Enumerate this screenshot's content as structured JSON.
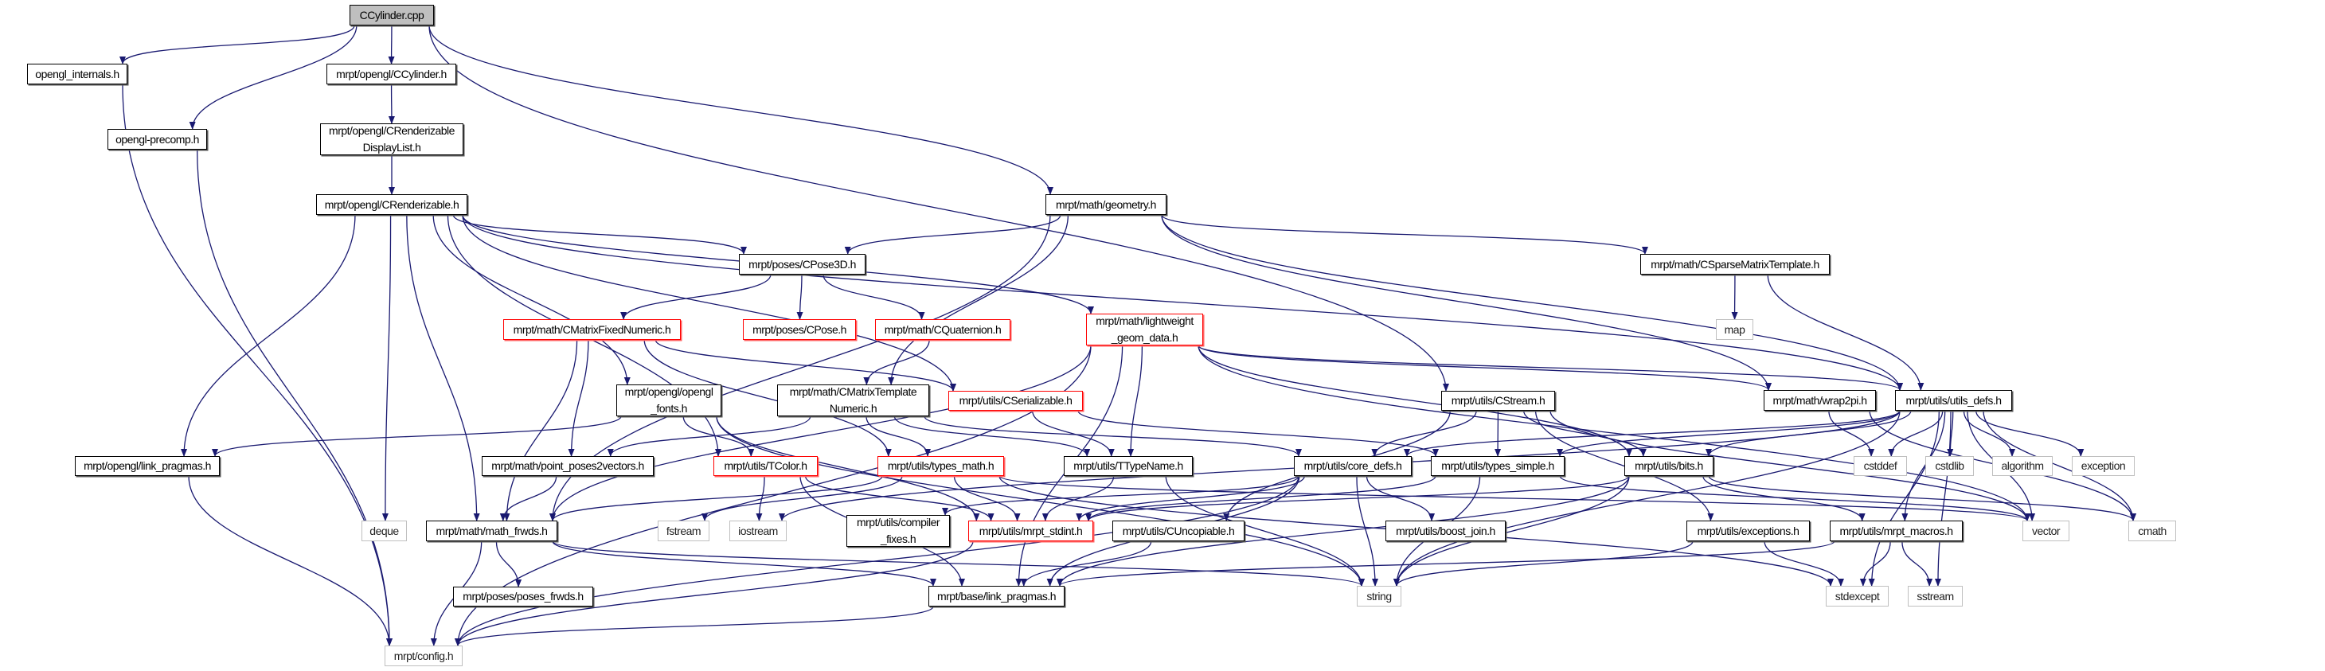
{
  "title": "CCylinder.cpp",
  "colors": {
    "edge": "#191970",
    "documented_border": "#000000",
    "incomplete_border": "#ff0000",
    "system_border": "#bfbfbf",
    "root_fill": "#bfbfbf"
  },
  "nodes": [
    {
      "id": "cpp",
      "label": "CCylinder.cpp",
      "kind": "root"
    },
    {
      "id": "internals",
      "label": "opengl_internals.h",
      "kind": "doc"
    },
    {
      "id": "cyl_h",
      "label": "mrpt/opengl/CCylinder.h",
      "kind": "doc"
    },
    {
      "id": "precomp",
      "label": "opengl-precomp.h",
      "kind": "doc"
    },
    {
      "id": "displist",
      "label": "mrpt/opengl/CRenderizable\nDisplayList.h",
      "kind": "doc"
    },
    {
      "id": "rend",
      "label": "mrpt/opengl/CRenderizable.h",
      "kind": "doc"
    },
    {
      "id": "geometry",
      "label": "mrpt/math/geometry.h",
      "kind": "doc"
    },
    {
      "id": "cpose3d",
      "label": "mrpt/poses/CPose3D.h",
      "kind": "doc"
    },
    {
      "id": "csparse",
      "label": "mrpt/math/CSparseMatrixTemplate.h",
      "kind": "doc"
    },
    {
      "id": "map",
      "label": "map",
      "kind": "sys"
    },
    {
      "id": "cmfixed",
      "label": "mrpt/math/CMatrixFixedNumeric.h",
      "kind": "red"
    },
    {
      "id": "cpose",
      "label": "mrpt/poses/CPose.h",
      "kind": "red"
    },
    {
      "id": "cquat",
      "label": "mrpt/math/CQuaternion.h",
      "kind": "red"
    },
    {
      "id": "lwgeom",
      "label": "mrpt/math/lightweight\n_geom_data.h",
      "kind": "red"
    },
    {
      "id": "fonts",
      "label": "mrpt/opengl/opengl\n_fonts.h",
      "kind": "doc"
    },
    {
      "id": "cserial",
      "label": "mrpt/utils/CSerializable.h",
      "kind": "red"
    },
    {
      "id": "cmtn",
      "label": "mrpt/math/CMatrixTemplate\nNumeric.h",
      "kind": "doc"
    },
    {
      "id": "cstream",
      "label": "mrpt/utils/CStream.h",
      "kind": "doc"
    },
    {
      "id": "wrap2pi",
      "label": "mrpt/math/wrap2pi.h",
      "kind": "doc"
    },
    {
      "id": "utilsdefs",
      "label": "mrpt/utils/utils_defs.h",
      "kind": "doc"
    },
    {
      "id": "gllink",
      "label": "mrpt/opengl/link_pragmas.h",
      "kind": "doc"
    },
    {
      "id": "pp2v",
      "label": "mrpt/math/point_poses2vectors.h",
      "kind": "doc"
    },
    {
      "id": "tcolor",
      "label": "mrpt/utils/TColor.h",
      "kind": "red"
    },
    {
      "id": "typesmath",
      "label": "mrpt/utils/types_math.h",
      "kind": "red"
    },
    {
      "id": "ttypename",
      "label": "mrpt/utils/TTypeName.h",
      "kind": "doc"
    },
    {
      "id": "coredefs",
      "label": "mrpt/utils/core_defs.h",
      "kind": "doc"
    },
    {
      "id": "typessimple",
      "label": "mrpt/utils/types_simple.h",
      "kind": "doc"
    },
    {
      "id": "bits",
      "label": "mrpt/utils/bits.h",
      "kind": "doc"
    },
    {
      "id": "cstddef",
      "label": "cstddef",
      "kind": "sys"
    },
    {
      "id": "cstdlib",
      "label": "cstdlib",
      "kind": "sys"
    },
    {
      "id": "algorithm",
      "label": "algorithm",
      "kind": "sys"
    },
    {
      "id": "exception",
      "label": "exception",
      "kind": "sys"
    },
    {
      "id": "deque",
      "label": "deque",
      "kind": "sys"
    },
    {
      "id": "mathfrwds",
      "label": "mrpt/math/math_frwds.h",
      "kind": "doc"
    },
    {
      "id": "fstream",
      "label": "fstream",
      "kind": "sys"
    },
    {
      "id": "iostream",
      "label": "iostream",
      "kind": "sys"
    },
    {
      "id": "compfixes",
      "label": "mrpt/utils/compiler\n_fixes.h",
      "kind": "doc"
    },
    {
      "id": "stdint",
      "label": "mrpt/utils/mrpt_stdint.h",
      "kind": "red"
    },
    {
      "id": "cuncop",
      "label": "mrpt/utils/CUncopiable.h",
      "kind": "doc"
    },
    {
      "id": "boostjoin",
      "label": "mrpt/utils/boost_join.h",
      "kind": "doc"
    },
    {
      "id": "exceptions",
      "label": "mrpt/utils/exceptions.h",
      "kind": "doc"
    },
    {
      "id": "macros",
      "label": "mrpt/utils/mrpt_macros.h",
      "kind": "doc"
    },
    {
      "id": "vector",
      "label": "vector",
      "kind": "sys"
    },
    {
      "id": "cmath",
      "label": "cmath",
      "kind": "sys"
    },
    {
      "id": "posesfrwds",
      "label": "mrpt/poses/poses_frwds.h",
      "kind": "doc"
    },
    {
      "id": "baselink",
      "label": "mrpt/base/link_pragmas.h",
      "kind": "doc"
    },
    {
      "id": "string",
      "label": "string",
      "kind": "sys"
    },
    {
      "id": "stdexcept",
      "label": "stdexcept",
      "kind": "sys"
    },
    {
      "id": "sstream",
      "label": "sstream",
      "kind": "sys"
    },
    {
      "id": "config",
      "label": "mrpt/config.h",
      "kind": "sys"
    }
  ],
  "edges": [
    [
      "cpp",
      "internals"
    ],
    [
      "cpp",
      "precomp"
    ],
    [
      "cpp",
      "cyl_h"
    ],
    [
      "cpp",
      "geometry"
    ],
    [
      "cpp",
      "cstream"
    ],
    [
      "internals",
      "config"
    ],
    [
      "precomp",
      "config"
    ],
    [
      "cyl_h",
      "displist"
    ],
    [
      "displist",
      "rend"
    ],
    [
      "rend",
      "cpose3d"
    ],
    [
      "rend",
      "lwgeom"
    ],
    [
      "rend",
      "cserial"
    ],
    [
      "rend",
      "fonts"
    ],
    [
      "rend",
      "tcolor"
    ],
    [
      "rend",
      "gllink"
    ],
    [
      "rend",
      "deque"
    ],
    [
      "rend",
      "mathfrwds"
    ],
    [
      "rend",
      "utilsdefs"
    ],
    [
      "geometry",
      "cpose3d"
    ],
    [
      "geometry",
      "csparse"
    ],
    [
      "geometry",
      "utilsdefs"
    ],
    [
      "geometry",
      "wrap2pi"
    ],
    [
      "geometry",
      "cmtn"
    ],
    [
      "geometry",
      "mathfrwds"
    ],
    [
      "cpose3d",
      "cmfixed"
    ],
    [
      "cpose3d",
      "cpose"
    ],
    [
      "cpose3d",
      "cquat"
    ],
    [
      "csparse",
      "map"
    ],
    [
      "csparse",
      "utilsdefs"
    ],
    [
      "cmfixed",
      "pp2v"
    ],
    [
      "cmfixed",
      "mathfrwds"
    ],
    [
      "cmfixed",
      "cserial"
    ],
    [
      "cmfixed",
      "typesmath"
    ],
    [
      "cquat",
      "cmtn"
    ],
    [
      "lwgeom",
      "ttypename"
    ],
    [
      "lwgeom",
      "config"
    ],
    [
      "lwgeom",
      "mathfrwds"
    ],
    [
      "lwgeom",
      "utilsdefs"
    ],
    [
      "lwgeom",
      "wrap2pi"
    ],
    [
      "lwgeom",
      "bits"
    ],
    [
      "lwgeom",
      "vector"
    ],
    [
      "lwgeom",
      "baselink"
    ],
    [
      "fonts",
      "gllink"
    ],
    [
      "fonts",
      "tcolor"
    ],
    [
      "fonts",
      "string"
    ],
    [
      "fonts",
      "stdint"
    ],
    [
      "cserial",
      "ttypename"
    ],
    [
      "cserial",
      "typessimple"
    ],
    [
      "cmtn",
      "typesmath"
    ],
    [
      "cmtn",
      "ttypename"
    ],
    [
      "cmtn",
      "coredefs"
    ],
    [
      "cmtn",
      "pp2v"
    ],
    [
      "cstream",
      "coredefs"
    ],
    [
      "cstream",
      "typessimple"
    ],
    [
      "cstream",
      "bits"
    ],
    [
      "cstream",
      "cuncop"
    ],
    [
      "cstream",
      "exceptions"
    ],
    [
      "cstream",
      "vector"
    ],
    [
      "wrap2pi",
      "cstddef"
    ],
    [
      "wrap2pi",
      "cmath"
    ],
    [
      "utilsdefs",
      "cstddef"
    ],
    [
      "utilsdefs",
      "cstdlib"
    ],
    [
      "utilsdefs",
      "algorithm"
    ],
    [
      "utilsdefs",
      "exception"
    ],
    [
      "utilsdefs",
      "vector"
    ],
    [
      "utilsdefs",
      "cmath"
    ],
    [
      "utilsdefs",
      "stdexcept"
    ],
    [
      "utilsdefs",
      "sstream"
    ],
    [
      "utilsdefs",
      "coredefs"
    ],
    [
      "utilsdefs",
      "typessimple"
    ],
    [
      "utilsdefs",
      "bits"
    ],
    [
      "utilsdefs",
      "macros"
    ],
    [
      "utilsdefs",
      "iostream"
    ],
    [
      "utilsdefs",
      "string"
    ],
    [
      "pp2v",
      "mathfrwds"
    ],
    [
      "tcolor",
      "iostream"
    ],
    [
      "tcolor",
      "stdint"
    ],
    [
      "tcolor",
      "baselink"
    ],
    [
      "typesmath",
      "mathfrwds"
    ],
    [
      "typesmath",
      "fstream"
    ],
    [
      "typesmath",
      "vector"
    ],
    [
      "typesmath",
      "stdint"
    ],
    [
      "typesmath",
      "stdexcept"
    ],
    [
      "ttypename",
      "stdint"
    ],
    [
      "ttypename",
      "string"
    ],
    [
      "coredefs",
      "config"
    ],
    [
      "coredefs",
      "compfixes"
    ],
    [
      "coredefs",
      "boostjoin"
    ],
    [
      "coredefs",
      "stdint"
    ],
    [
      "coredefs",
      "baselink"
    ],
    [
      "coredefs",
      "string"
    ],
    [
      "typessimple",
      "stdint"
    ],
    [
      "typessimple",
      "string"
    ],
    [
      "typessimple",
      "vector"
    ],
    [
      "bits",
      "macros"
    ],
    [
      "bits",
      "cmath"
    ],
    [
      "bits",
      "baselink"
    ],
    [
      "bits",
      "stdint"
    ],
    [
      "bits",
      "string"
    ],
    [
      "mathfrwds",
      "config"
    ],
    [
      "mathfrwds",
      "posesfrwds"
    ],
    [
      "mathfrwds",
      "string"
    ],
    [
      "mathfrwds",
      "baselink"
    ],
    [
      "stdint",
      "config"
    ],
    [
      "cuncop",
      "baselink"
    ],
    [
      "exceptions",
      "stdexcept"
    ],
    [
      "exceptions",
      "string"
    ],
    [
      "macros",
      "stdexcept"
    ],
    [
      "macros",
      "sstream"
    ],
    [
      "macros",
      "baselink"
    ],
    [
      "baselink",
      "config"
    ],
    [
      "gllink",
      "config"
    ]
  ]
}
